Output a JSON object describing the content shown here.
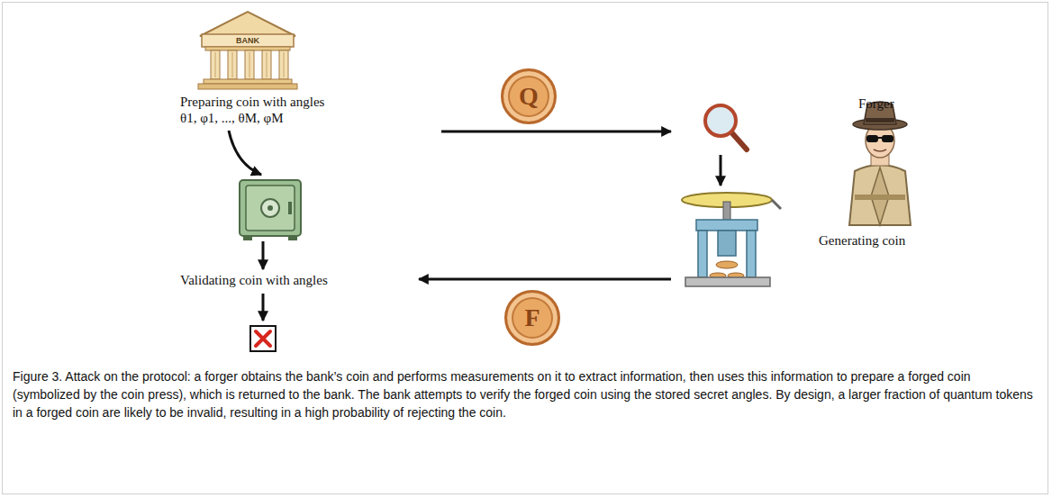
{
  "diagram": {
    "caption": "Figure 3. Attack on the protocol: a forger obtains the bank’s coin and performs measurements on it to extract information, then uses this information to prepare a forged coin (symbolized by the coin press), which is returned to the bank. The bank attempts to verify the forged coin using the stored secret angles. By design, a larger fraction of quantum tokens in a forged coin are likely to be invalid, resulting in a high probability of rejecting the coin.",
    "nodes": [
      {
        "text": [
          "BANK",
          "Preparing coin with angles θ1, φ1, ..., θM, φM"
        ]
      },
      {
        "text": [
          "Forger",
          "Generating coin"
        ]
      },
      {
        "text": [
          "Validating coin with angles"
        ]
      }
    ],
    "edges": [
      {
        "from": 0,
        "to": 1,
        "arrow": "to",
        "label": "Q"
      },
      {
        "from": 1,
        "to": 2,
        "arrow": "to",
        "label": "F"
      },
      {
        "from": 0,
        "to": 2,
        "arrow": "to"
      }
    ]
  }
}
